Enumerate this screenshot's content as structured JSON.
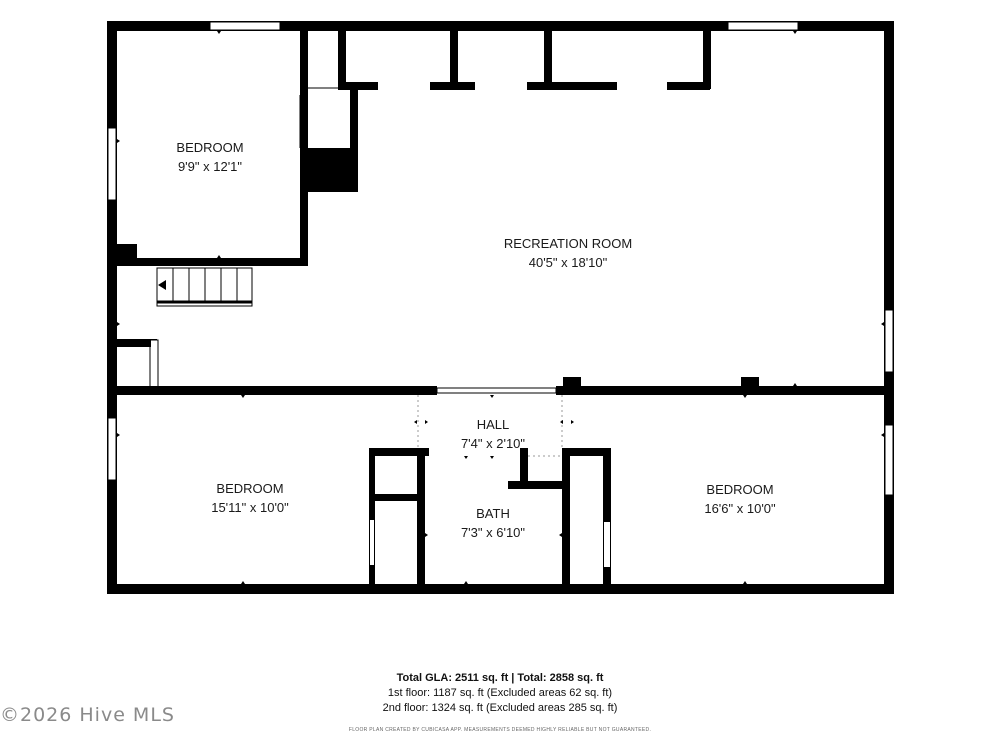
{
  "rooms": {
    "bedroom_nw": {
      "name": "BEDROOM",
      "dims": "9'9\" x 12'1\""
    },
    "recreation": {
      "name": "RECREATION ROOM",
      "dims": "40'5\" x 18'10\""
    },
    "hall": {
      "name": "HALL",
      "dims": "7'4\" x 2'10\""
    },
    "bedroom_sw": {
      "name": "BEDROOM",
      "dims": "15'11\" x 10'0\""
    },
    "bath": {
      "name": "BATH",
      "dims": "7'3\" x 6'10\""
    },
    "bedroom_se": {
      "name": "BEDROOM",
      "dims": "16'6\" x 10'0\""
    }
  },
  "footer": {
    "total": "Total GLA: 2511 sq. ft | Total: 2858 sq. ft",
    "floor1": "1st floor: 1187 sq. ft (Excluded areas 62 sq. ft)",
    "floor2": "2nd floor: 1324 sq. ft (Excluded areas 285 sq. ft)",
    "note": "FLOOR PLAN CREATED BY CUBICASA APP. MEASUREMENTS DEEMED HIGHLY RELIABLE BUT NOT GUARANTEED."
  },
  "watermark": "©2026 Hive MLS"
}
